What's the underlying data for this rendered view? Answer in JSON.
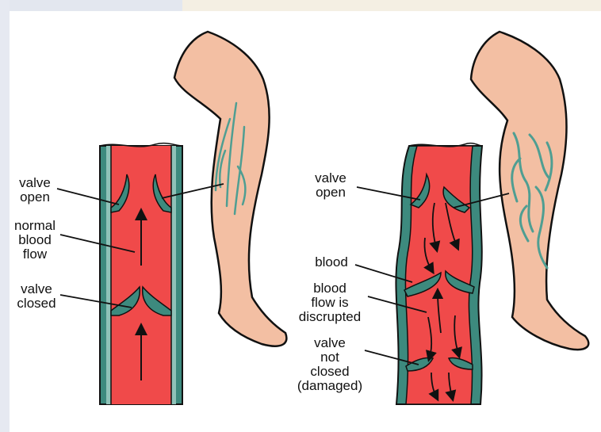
{
  "colors": {
    "blood": "#f04a4a",
    "vessel_wall": "#3d8a7e",
    "vein_line": "#4f9e92",
    "skin": "#f3bfa3",
    "outline": "#111111",
    "background": "#ffffff",
    "page_tint": "#f4efe3"
  },
  "healthy": {
    "labels": {
      "valve_open": "valve\nopen",
      "normal_flow": "normal\nblood\nflow",
      "valve_closed": "valve\nclosed"
    }
  },
  "varicose": {
    "labels": {
      "valve_open": "valve\nopen",
      "blood": "blood",
      "flow_disrupted": "blood\nflow is\ndiscrupted",
      "valve_damaged": "valve\nnot\nclosed\n(damaged)"
    }
  }
}
